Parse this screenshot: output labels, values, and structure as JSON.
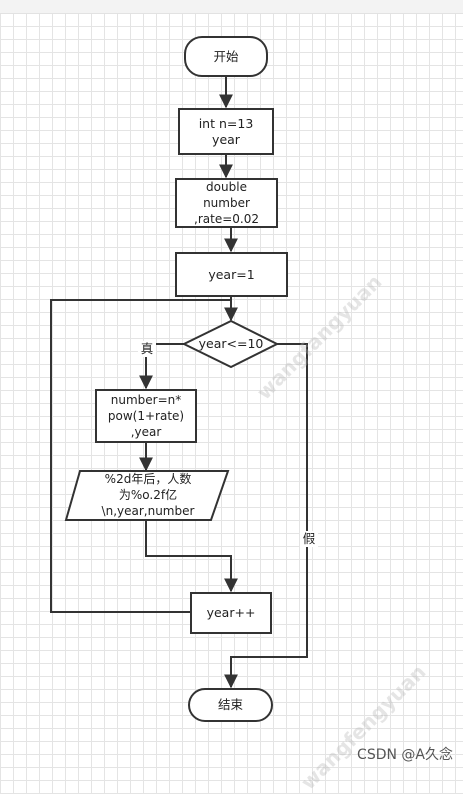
{
  "nodes": {
    "start": "开始",
    "init": "int n=13\nyear",
    "decl": "double\nnumber\n,rate=0.02",
    "assign_year": "year=1",
    "condition": "year<=10",
    "compute": "number=n*\npow(1+rate)\n,year",
    "output": "%2d年后，人数\n为%o.2f亿\n\\n,year,number",
    "increment": "year++",
    "end": "结束"
  },
  "edge_labels": {
    "true": "真",
    "false": "假"
  },
  "watermark": {
    "text1": "wangfangyuan",
    "text2": "wangfengyuan"
  },
  "credit": "CSDN @A久念"
}
